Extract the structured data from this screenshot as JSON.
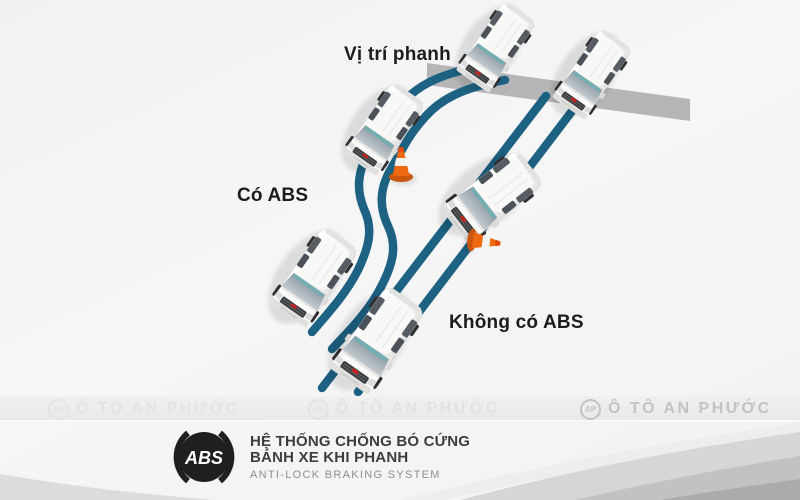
{
  "scene": {
    "labels": {
      "braking_position": "Vị trí phanh",
      "with_abs": "Có ABS",
      "without_abs": "Không có ABS"
    },
    "colors": {
      "path_blue": "#1d6283",
      "road_strip_gray": "#b5b5b7",
      "cone_orange": "#ed6a12",
      "badge_dark": "#1f1f1f",
      "background_light": "#f4f4f5"
    },
    "icons": {
      "van": "white-minivan-illustration",
      "cone_upright": "traffic-cone-icon",
      "cone_fallen": "fallen-traffic-cone-icon",
      "abs_warning": "abs-warning-light-icon",
      "watermark_logo": "ap-circle-logo"
    },
    "paths": {
      "abs_path": "s-curve swerving around cone",
      "no_abs_path": "straight skid line hitting cone"
    }
  },
  "watermark": {
    "logo": "AP",
    "text": "Ô TÔ AN PHƯỚC"
  },
  "badge": {
    "abs_symbol": "ABS",
    "title_line1": "HỆ THỐNG CHỐNG BÓ CỨNG",
    "title_line2": "BÁNH XE KHI PHANH",
    "subtitle": "ANTI-LOCK BRAKING SYSTEM"
  }
}
